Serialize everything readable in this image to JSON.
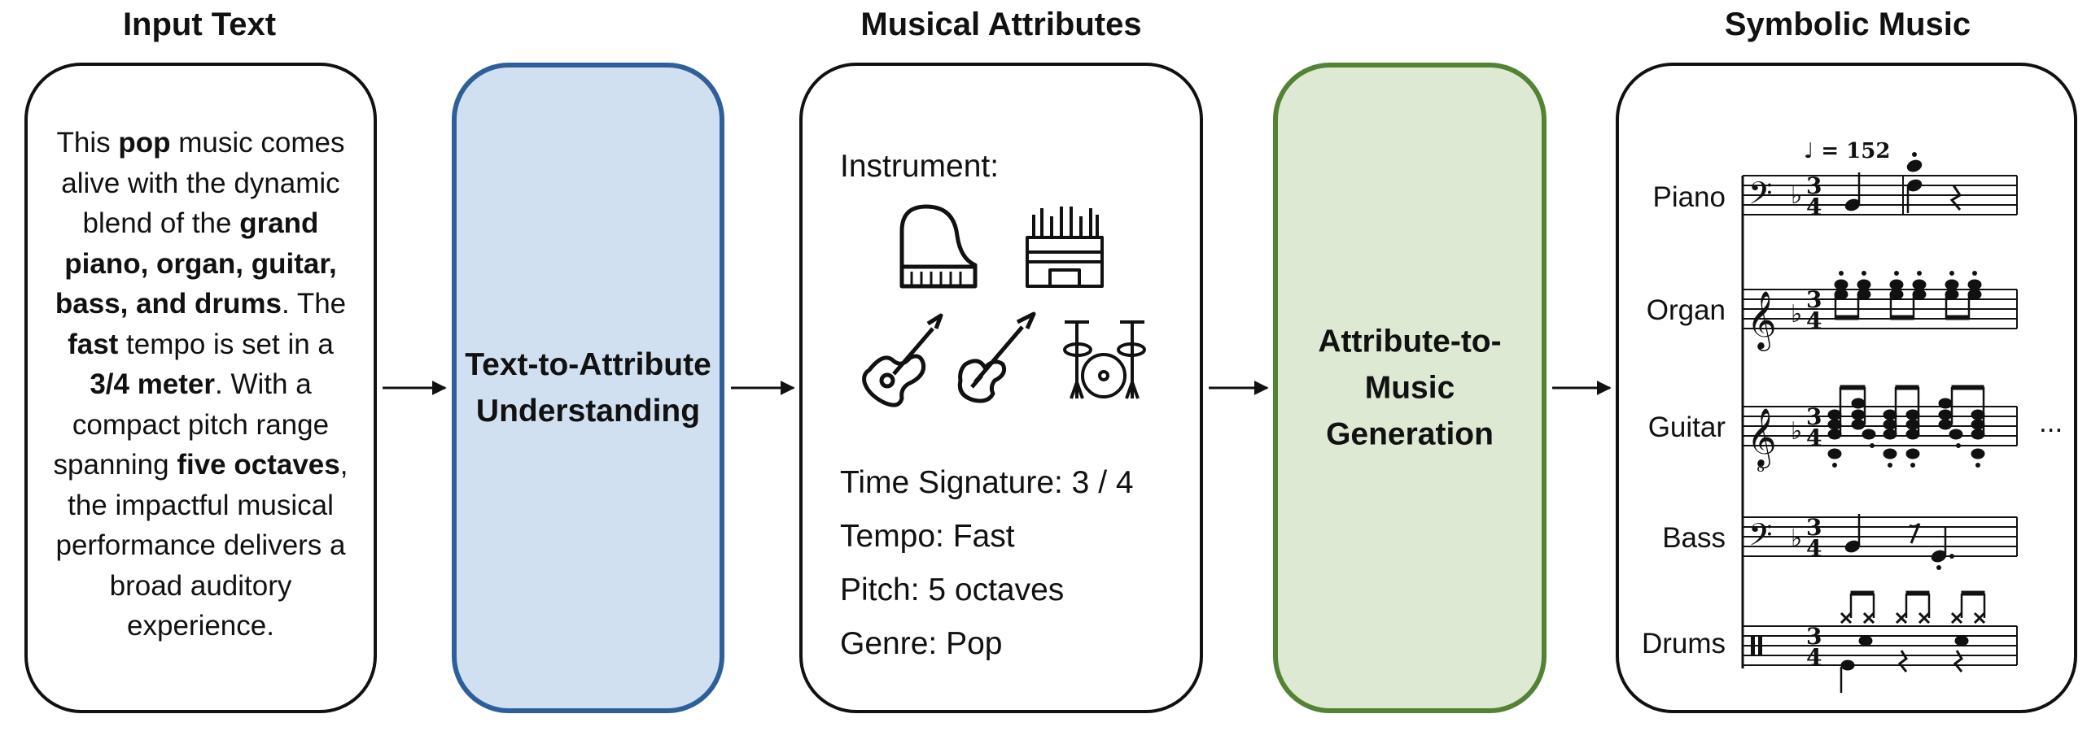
{
  "titles": {
    "input": "Input Text",
    "attributes": "Musical Attributes",
    "output": "Symbolic Music"
  },
  "input_text": [
    {
      "t": "This ",
      "b": false
    },
    {
      "t": "pop",
      "b": true
    },
    {
      "t": " music comes alive with the dynamic blend of the ",
      "b": false
    },
    {
      "t": "grand piano, organ, guitar, bass, and drums",
      "b": true
    },
    {
      "t": ". The ",
      "b": false
    },
    {
      "t": "fast",
      "b": true
    },
    {
      "t": " tempo is set in a ",
      "b": false
    },
    {
      "t": "3/4 meter",
      "b": true
    },
    {
      "t": ". With a compact pitch range spanning ",
      "b": false
    },
    {
      "t": "five octaves",
      "b": true
    },
    {
      "t": ", the impactful musical performance delivers a broad auditory experience.",
      "b": false
    }
  ],
  "stages": {
    "text_to_attribute": "Text-to-Attribute Understanding",
    "attribute_to_music": "Attribute-to-Music Generation"
  },
  "attributes": {
    "instrument_label": "Instrument:",
    "instrument_icons": [
      "grand-piano-icon",
      "organ-icon",
      "acoustic-guitar-icon",
      "electric-guitar-icon",
      "drum-kit-icon"
    ],
    "time_signature": "Time Signature: 3 / 4",
    "tempo": "Tempo: Fast",
    "pitch": "Pitch: 5 octaves",
    "genre": "Genre: Pop"
  },
  "score": {
    "tempo_marking": "♩ = 152",
    "tracks": [
      "Piano",
      "Organ",
      "Guitar",
      "Bass",
      "Drums"
    ],
    "time_signature": [
      "3",
      "4"
    ],
    "continuation": "..."
  }
}
